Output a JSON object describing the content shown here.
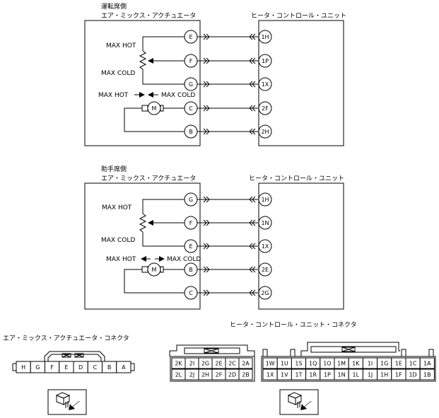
{
  "driver": {
    "side_label": "運転席側",
    "actuator_title": "エア・ミックス・アクチュエータ",
    "unit_title": "ヒータ・コントロール・ユニット",
    "pins": [
      {
        "actuator": "E",
        "unit": "1H"
      },
      {
        "actuator": "F",
        "unit": "1P"
      },
      {
        "actuator": "G",
        "unit": "1X"
      },
      {
        "actuator": "C",
        "unit": "2F"
      },
      {
        "actuator": "B",
        "unit": "2H"
      }
    ],
    "pot_top_label": "MAX HOT",
    "pot_bottom_label": "MAX COLD",
    "motor_hot_label": "MAX HOT",
    "motor_cold_label": "MAX COLD",
    "motor_symbol": "M"
  },
  "passenger": {
    "side_label": "助手席側",
    "actuator_title": "エア・ミックス・アクチュエータ",
    "unit_title": "ヒータ・コントロール・ユニット",
    "pins": [
      {
        "actuator": "G",
        "unit": "1H"
      },
      {
        "actuator": "F",
        "unit": "1N"
      },
      {
        "actuator": "E",
        "unit": "1X"
      },
      {
        "actuator": "B",
        "unit": "2E"
      },
      {
        "actuator": "C",
        "unit": "2G"
      }
    ],
    "pot_top_label": "MAX HOT",
    "pot_bottom_label": "MAX COLD",
    "motor_hot_label": "MAX HOT",
    "motor_cold_label": "MAX COLD",
    "motor_symbol": "M"
  },
  "actuator_connector": {
    "title": "エア・ミックス・アクチュエータ・コネクタ",
    "pins": [
      "H",
      "G",
      "F",
      "E",
      "D",
      "C",
      "B",
      "A"
    ]
  },
  "unit_connector": {
    "title": "ヒータ・コントロール・ユニット・コネクタ",
    "left_rows": [
      [
        "2K",
        "2I",
        "2G",
        "2E",
        "2C",
        "2A"
      ],
      [
        "2L",
        "2J",
        "2H",
        "2F",
        "2D",
        "2B"
      ]
    ],
    "right_rows": [
      [
        "1W",
        "1U",
        "1S",
        "1Q",
        "1O",
        "1M",
        "1K",
        "1I",
        "1G",
        "1E",
        "1C",
        "1A"
      ],
      [
        "1X",
        "1V",
        "1T",
        "1R",
        "1P",
        "1N",
        "1L",
        "1J",
        "1H",
        "1F",
        "1D",
        "1B"
      ]
    ]
  }
}
